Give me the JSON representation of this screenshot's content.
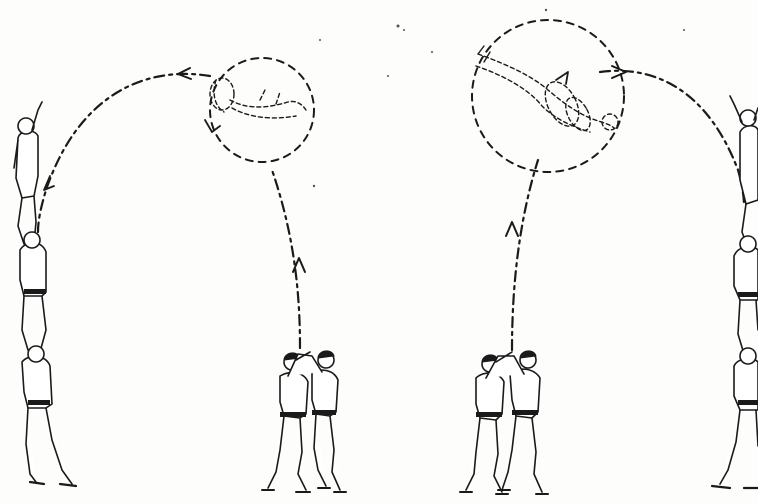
{
  "figure": {
    "panels": [
      {
        "id": "left",
        "rotation_direction": "backward"
      },
      {
        "id": "right",
        "rotation_direction": "forward"
      }
    ],
    "colors": {
      "ink": "#1a1a1a",
      "paper": "#fdfdfb"
    }
  }
}
